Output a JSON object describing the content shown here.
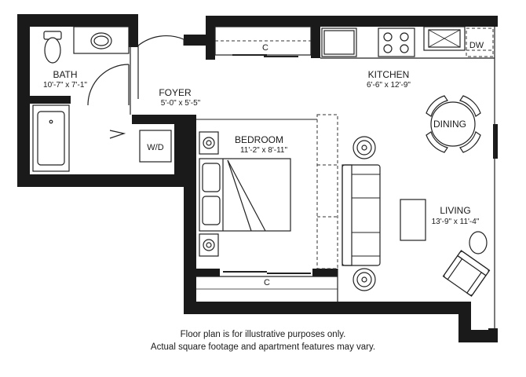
{
  "colors": {
    "wall": "#1a1a1a",
    "background": "#ffffff",
    "line": "#222222"
  },
  "rooms": {
    "bath": {
      "name": "BATH",
      "dims": "10'-7\" x 7'-1\""
    },
    "foyer": {
      "name": "FOYER",
      "dims": "5'-0\" x 5'-5\""
    },
    "kitchen": {
      "name": "KITCHEN",
      "dims": "6'-6\" x 12'-9\""
    },
    "bedroom": {
      "name": "BEDROOM",
      "dims": "11'-2\" x 8'-11\""
    },
    "living": {
      "name": "LIVING",
      "dims": "13'-9\" x 11'-4\""
    },
    "dining": {
      "name": "DINING"
    }
  },
  "labels": {
    "closet_kitchen": "C",
    "closet_bedroom": "C",
    "washer_dryer": "W/D",
    "dishwasher": "DW"
  },
  "disclaimer": {
    "line1": "Floor plan is for illustrative purposes only.",
    "line2": "Actual square footage and apartment features may vary."
  }
}
